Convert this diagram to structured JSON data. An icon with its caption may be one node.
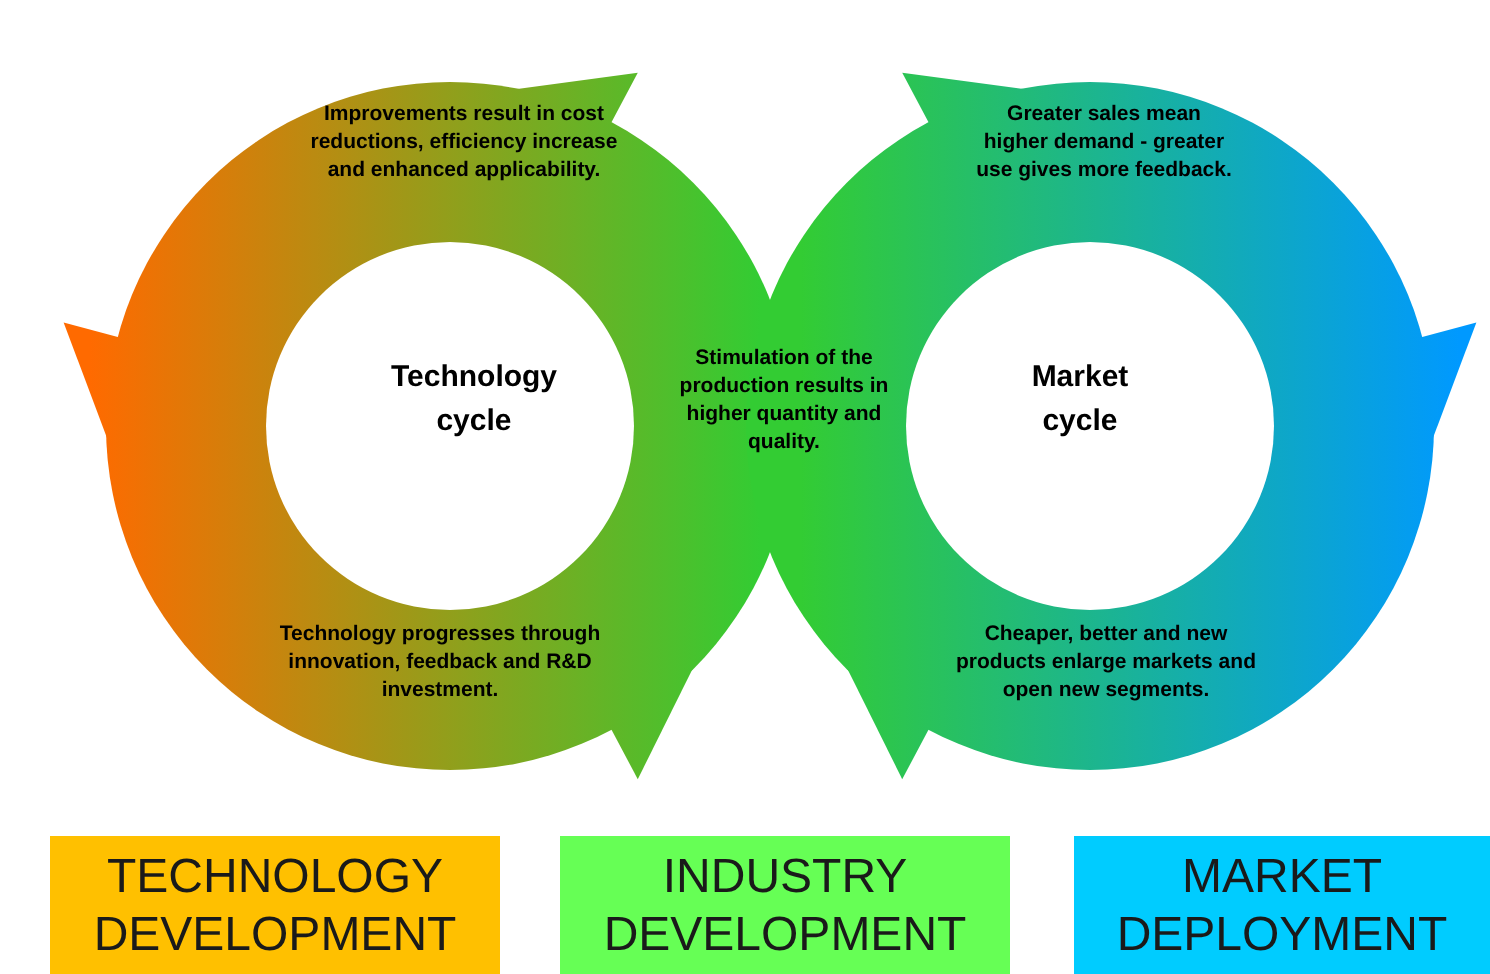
{
  "diagram": {
    "nodes": [
      {
        "text": [
          "TECHNOLOGY DEVELOPMENT"
        ]
      },
      {
        "text": [
          "INDUSTRY DEVELOPMENT"
        ]
      },
      {
        "text": [
          "MARKET DEPLOYMENT"
        ]
      }
    ],
    "labels": [
      "Improvements result in cost reductions, efficiency increase and enhanced applicability.",
      "Greater sales mean higher demand - greater use gives more feedback.",
      "Technology cycle",
      "Stimulation of the production results in higher quantity and quality.",
      "Market cycle",
      "Technology progresses through innovation, feedback and R&D investment.",
      "Cheaper, better and new products enlarge markets and open new segments."
    ]
  }
}
